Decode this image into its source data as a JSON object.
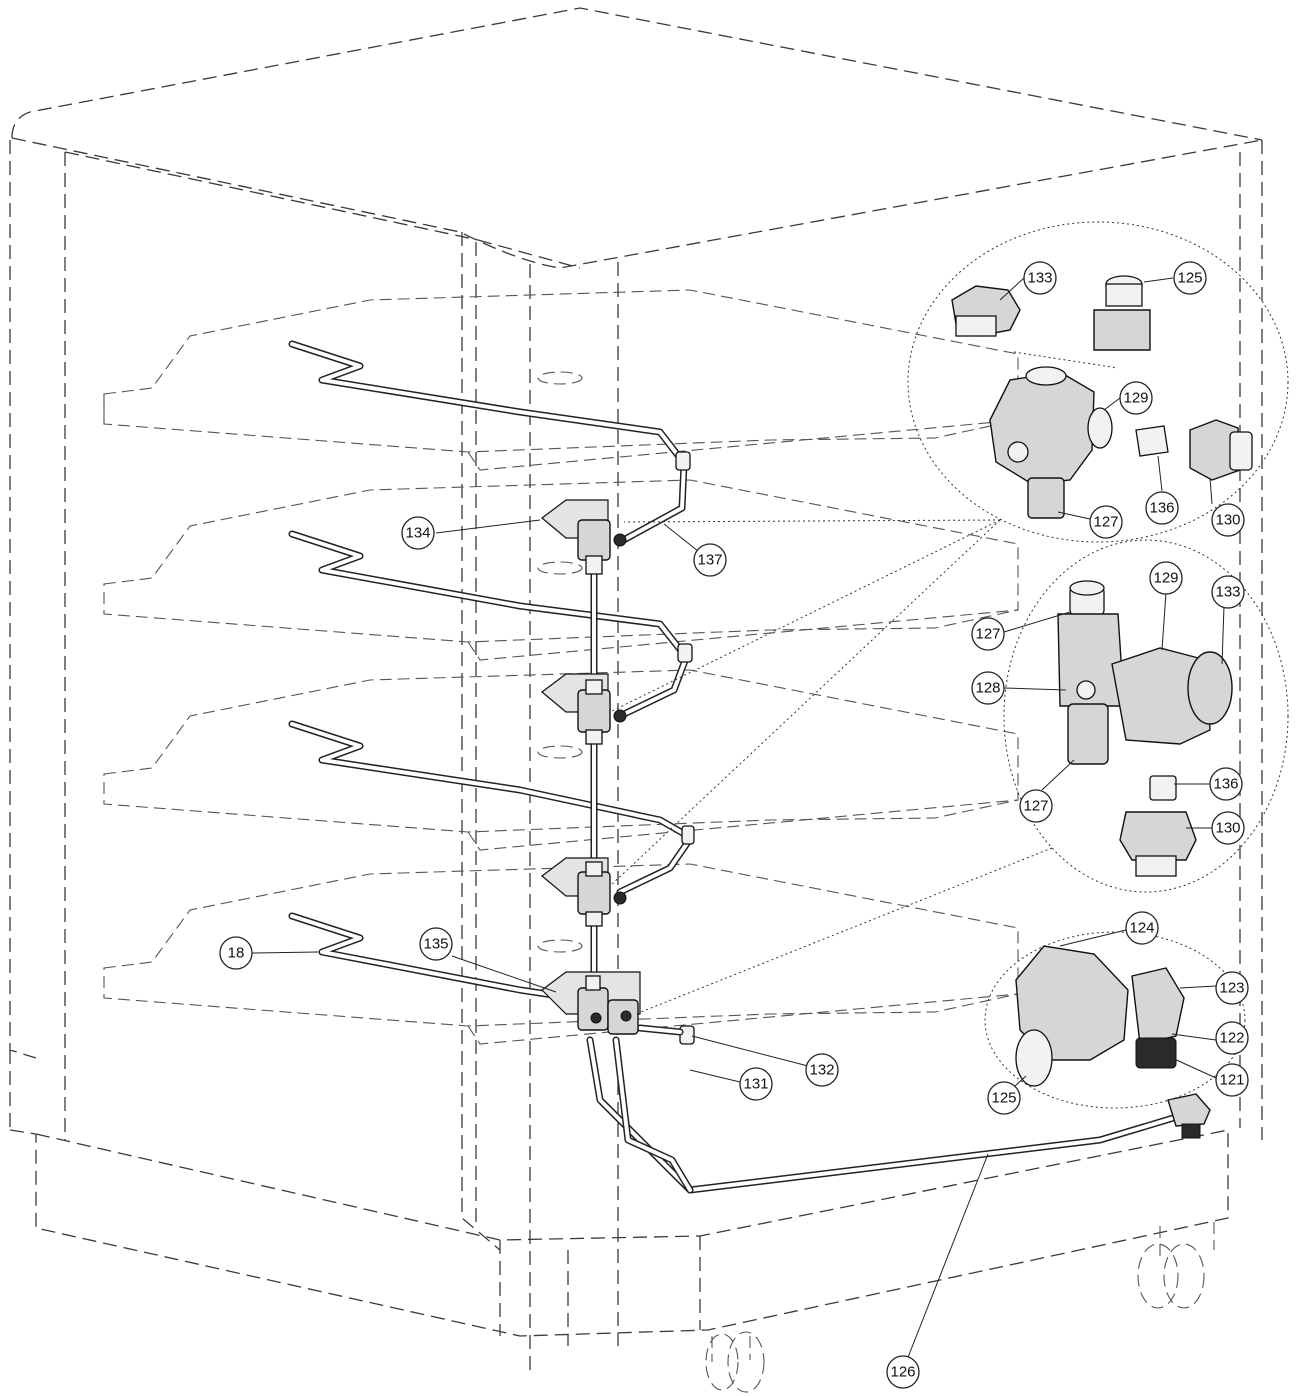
{
  "callouts": [
    {
      "id": "c18",
      "label": "18"
    },
    {
      "id": "c121",
      "label": "121"
    },
    {
      "id": "c122",
      "label": "122"
    },
    {
      "id": "c123",
      "label": "123"
    },
    {
      "id": "c124",
      "label": "124"
    },
    {
      "id": "c125a",
      "label": "125"
    },
    {
      "id": "c125b",
      "label": "125"
    },
    {
      "id": "c126",
      "label": "126"
    },
    {
      "id": "c127a",
      "label": "127"
    },
    {
      "id": "c127b",
      "label": "127"
    },
    {
      "id": "c127c",
      "label": "127"
    },
    {
      "id": "c128",
      "label": "128"
    },
    {
      "id": "c129a",
      "label": "129"
    },
    {
      "id": "c129b",
      "label": "129"
    },
    {
      "id": "c130a",
      "label": "130"
    },
    {
      "id": "c130b",
      "label": "130"
    },
    {
      "id": "c131",
      "label": "131"
    },
    {
      "id": "c132",
      "label": "132"
    },
    {
      "id": "c133a",
      "label": "133"
    },
    {
      "id": "c133b",
      "label": "133"
    },
    {
      "id": "c134",
      "label": "134"
    },
    {
      "id": "c135",
      "label": "135"
    },
    {
      "id": "c136a",
      "label": "136"
    },
    {
      "id": "c136b",
      "label": "136"
    },
    {
      "id": "c137",
      "label": "137"
    }
  ]
}
